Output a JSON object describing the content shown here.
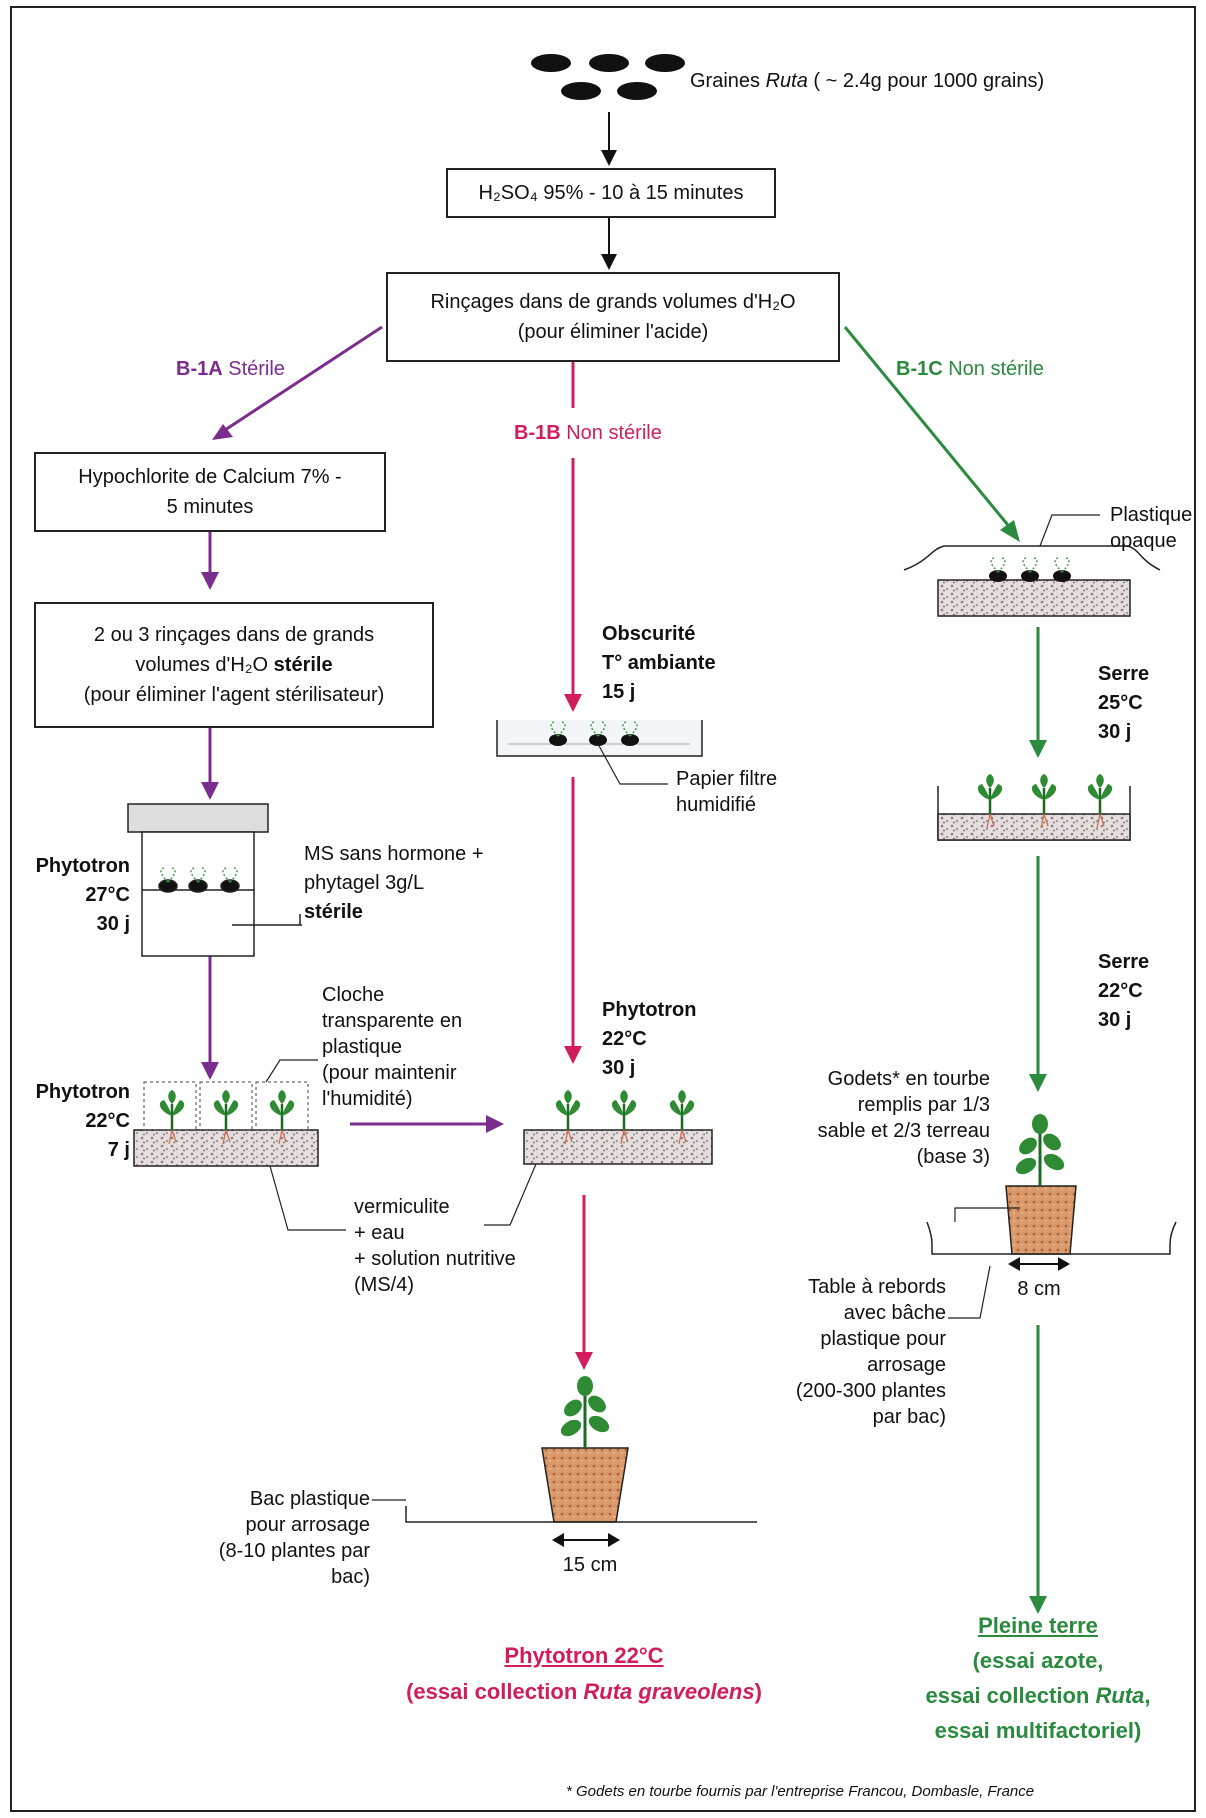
{
  "top": {
    "seeds_prefix": "Graines ",
    "seeds_genus": "Ruta",
    "seeds_suffix": " ( ~ 2.4g pour 1000 grains)"
  },
  "boxes": {
    "acid": "H₂SO₄ 95% - 10 à 15 minutes",
    "rinse_line1": "Rinçages dans de grands volumes d'H₂O",
    "rinse_line2": "(pour éliminer l'acide)",
    "hypo_line1": "Hypochlorite de Calcium 7% -",
    "hypo_line2": "5 minutes",
    "sterile_rinse_line1": "2 ou 3 rinçages dans de grands",
    "sterile_rinse_line2_a": "volumes d'H₂O ",
    "sterile_rinse_line2_b": "stérile",
    "sterile_rinse_line3": "(pour éliminer l'agent stérilisateur)"
  },
  "branches": {
    "a_code": "B-1A",
    "a_label": " Stérile",
    "b_code": "B-1B",
    "b_label": " Non stérile",
    "c_code": "B-1C",
    "c_label": " Non stérile"
  },
  "branch_a": {
    "step1": [
      "Phytotron",
      "27°C",
      "30 j"
    ],
    "ms_line1": "MS sans hormone +",
    "ms_line2": "phytagel 3g/L",
    "ms_line3": "stérile",
    "step2": [
      "Phytotron",
      "22°C",
      "7 j"
    ],
    "cloche": [
      "Cloche",
      "transparente en",
      "plastique",
      "(pour maintenir",
      "l'humidité)"
    ],
    "vermiculite": [
      "vermiculite",
      "+ eau",
      "+ solution nutritive",
      "(MS/4)"
    ]
  },
  "branch_b": {
    "dark": [
      "Obscurité",
      "T° ambiante",
      "15 j"
    ],
    "paper": [
      "Papier filtre",
      "humidifié"
    ],
    "step2": [
      "Phytotron",
      "22°C",
      "30 j"
    ],
    "bac": [
      "Bac plastique",
      "pour arrosage",
      "(8-10 plantes par",
      "bac)"
    ],
    "size": "15 cm",
    "result_title": "Phytotron 22°C",
    "result_sub_a": "(essai collection ",
    "result_sub_b": "Ruta graveolens",
    "result_sub_c": ")"
  },
  "branch_c": {
    "plastique": [
      "Plastique",
      "opaque"
    ],
    "serre1": [
      "Serre",
      "25°C",
      "30 j"
    ],
    "serre2": [
      "Serre",
      "22°C",
      "30 j"
    ],
    "godets": [
      "Godets* en tourbe",
      "remplis par 1/3",
      "sable et 2/3 terreau",
      "(base 3)"
    ],
    "size": "8 cm",
    "table": [
      "Table à rebords",
      "avec bâche",
      "plastique pour",
      "arrosage",
      "(200-300 plantes",
      "par bac)"
    ],
    "result_title": "Pleine terre",
    "result_line1": "(essai azote,",
    "result_line2_a": "essai collection ",
    "result_line2_b": "Ruta",
    "result_line2_c": ",",
    "result_line3": "essai multifactoriel)"
  },
  "footnote": "* Godets en tourbe fournis par l'entreprise Francou, Dombasle, France",
  "colors": {
    "purple": "#7b2d8e",
    "pink": "#d21d5c",
    "green": "#2a8a3e",
    "soil": "#c98a5e",
    "vermiculite": "#b8a9a9"
  }
}
